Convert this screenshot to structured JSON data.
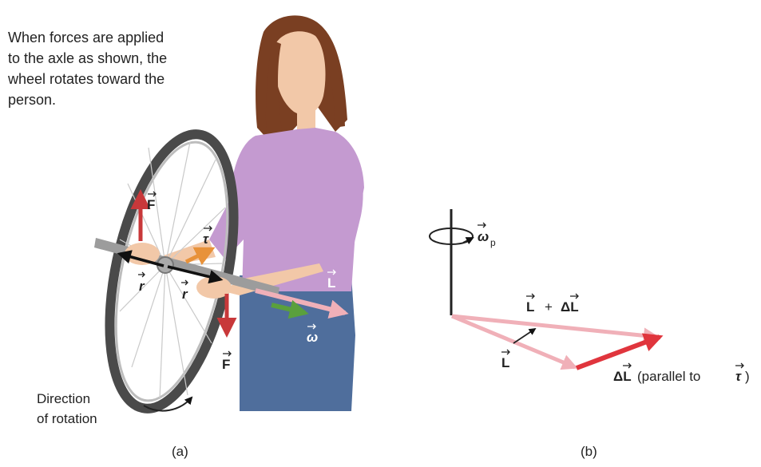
{
  "caption": [
    "When forces are applied",
    "to the axle as shown, the",
    "wheel rotates toward the",
    "person."
  ],
  "rotation_label": [
    "Direction",
    "of rotation"
  ],
  "panel_a_label": "(a)",
  "panel_b_label": "(b)",
  "panel_a_vectors": {
    "force_top": "F",
    "force_bottom": "F",
    "torque": "τ",
    "radius_left": "r",
    "radius_right": "r",
    "angular_momentum": "L",
    "angular_velocity": "ω"
  },
  "panel_b_vectors": {
    "precession": "ω",
    "precession_sub": "p",
    "initial_L": "L",
    "sum_L_part1": "L",
    "sum_L_plus": "+",
    "sum_L_part2": "ΔL",
    "delta_L": "ΔL",
    "parallel_note": "(parallel to",
    "parallel_tau": "τ",
    "parallel_close": ")"
  },
  "colors": {
    "force": "#c8383a",
    "torque": "#e8923a",
    "angular_momentum": "#f0b0b8",
    "angular_velocity": "#5aa03c",
    "radius": "#111111",
    "delta_L": "#e0353d",
    "shirt": "#c49ad0",
    "jeans": "#4f6e9c",
    "hair": "#7a3f22",
    "skin": "#f2c8a8",
    "tire": "#4a4a4a"
  }
}
